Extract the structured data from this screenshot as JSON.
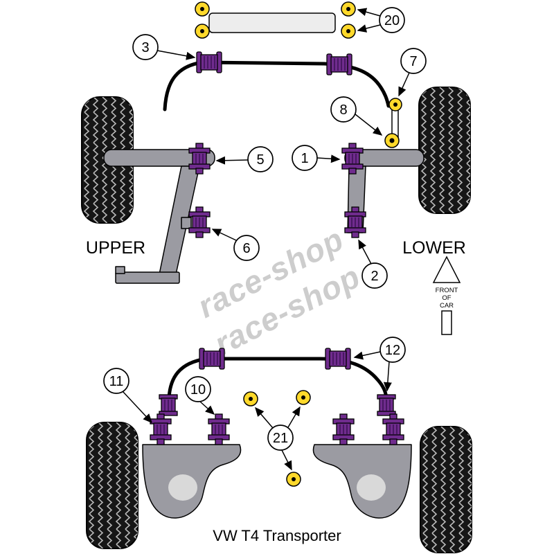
{
  "figure": {
    "caption": "VW T4 Transporter",
    "upper_label": "UPPER",
    "lower_label": "LOWER",
    "front_of_car": [
      "FRONT",
      "OF",
      "CAR"
    ],
    "watermark": "race-shop"
  },
  "callout_numbers": {
    "c1": "1",
    "c2": "2",
    "c3": "3",
    "c5": "5",
    "c6": "6",
    "c7": "7",
    "c8": "8",
    "c10": "10",
    "c11": "11",
    "c12": "12",
    "c20": "20",
    "c21": "21"
  },
  "colors": {
    "bushing_purple": "#702c8e",
    "bolt_yellow": "#ffd92b",
    "arm_gray": "#9b9ba2",
    "arm_gray_light": "#d9d9d9",
    "rack_gray": "#ededed",
    "tire_black": "#161616",
    "tread_line": "#b9b9b9",
    "watermark_gray": "#c9c9c9",
    "outline_black": "#000000"
  }
}
